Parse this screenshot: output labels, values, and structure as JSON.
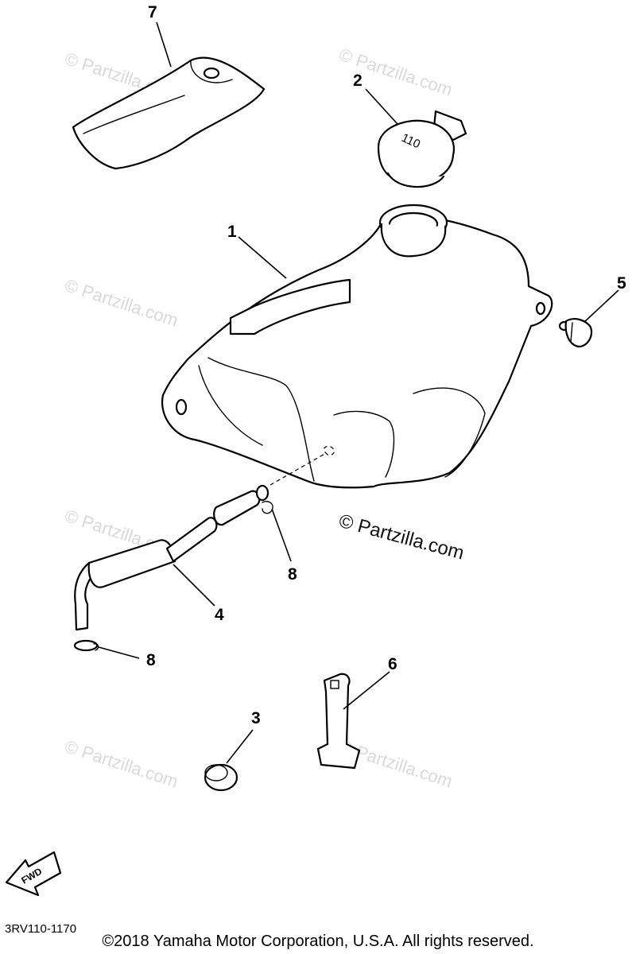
{
  "callouts": {
    "c1": "1",
    "c2": "2",
    "c3": "3",
    "c4": "4",
    "c5": "5",
    "c6": "6",
    "c7": "7",
    "c8a": "8",
    "c8b": "8"
  },
  "cap_marking": "110",
  "fwd_label": "FWD",
  "watermark": {
    "text": "© Partzilla.com",
    "main_text": "© Partzilla.com"
  },
  "diagram_code": "3RV110-1170",
  "copyright": "©2018  Yamaha Motor Corporation, U.S.A. All rights reserved."
}
